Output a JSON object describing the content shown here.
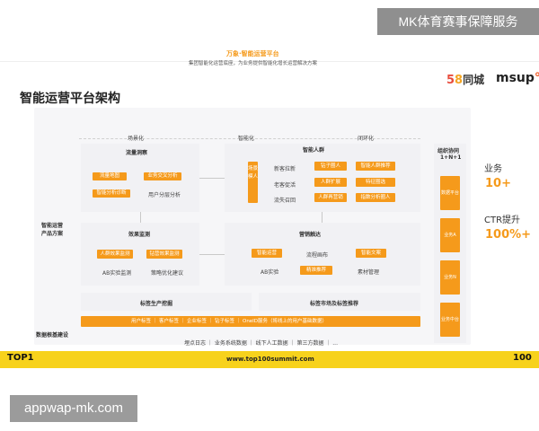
{
  "watermark_top": "MK体育赛事保障服务",
  "watermark_bottom": "appwap-mk.com",
  "slide": {
    "title": "智能运营平台架构",
    "logo_58": {
      "num_5": "5",
      "num_8": "8",
      "text": "同城"
    },
    "logo_msup": {
      "text": "msup",
      "mark": "°"
    },
    "banner_title": "万象·智能运营平台",
    "banner_sub": "集团智能化运营底座，为业务提供智能化增长运营解决方案",
    "phase_labels": [
      "场景化",
      "智能化",
      "闭环化"
    ],
    "left_label_line1": "智能运营",
    "left_label_line2": "产品方案",
    "flow_insight": {
      "title": "流量洞察",
      "chips": [
        "流量地图",
        "业务交叉分析",
        "智能分析诊断"
      ],
      "text": "用户分层分析"
    },
    "smart_crowd": {
      "title": "智能人群",
      "vertical_chip": "场景模人",
      "rows": [
        "新客拉新",
        "老客促活",
        "流失召回"
      ],
      "chips": [
        "钻子圈人",
        "智能人群推荐",
        "人群扩展",
        "特征圈选",
        "人群再营销",
        "指数分析圈人"
      ]
    },
    "effect": {
      "title": "效果监测",
      "chips": [
        "人群效果监测",
        "钻营效果监测"
      ],
      "texts": [
        "AB实验监测",
        "策略优化建议"
      ]
    },
    "marketing": {
      "title": "营销触达",
      "chips": [
        "智能运营",
        "智能文案",
        "精准推荐"
      ],
      "texts": [
        "流程画布",
        "AB实验",
        "素材管理"
      ]
    },
    "org": {
      "title_line1": "组织协同",
      "title_line2": "1+N+1",
      "chips": [
        "数据平台",
        "业务A",
        "业务N",
        "业务中台"
      ]
    },
    "tag_production": "标签生产挖掘",
    "tag_market": "标签市场及标签推荐",
    "data_infra_label": "数据根基建设",
    "data_bar": "用户标签 ｜ 客户标签 ｜ 企业标签 ｜ 钻子标签 ｜ OneID服务（将线上的用户基础数据）",
    "data_sources": "埋点日志 ｜ 业务系统数据 ｜ 线下人工数据 ｜ 第三方数据 ｜ ...",
    "metrics": [
      {
        "label": "业务",
        "value": "10+"
      },
      {
        "label": "CTR提升",
        "value": "100%+"
      }
    ],
    "footer": {
      "left": "TOP1",
      "url": "www.top100summit.com",
      "right": "100"
    },
    "colors": {
      "accent": "#f59a1b",
      "footer": "#f7d21c"
    }
  }
}
